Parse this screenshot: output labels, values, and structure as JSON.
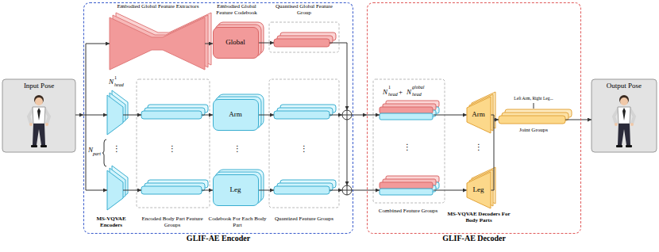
{
  "diagram": {
    "nodes": [
      {
        "text": [
          "Input Pose"
        ]
      },
      {
        "text": [
          "GLIF-AE Encoder"
        ]
      },
      {
        "text": [
          "Global"
        ],
        "in": 1
      },
      {
        "text": [
          "Arm"
        ],
        "in": 1
      },
      {
        "text": [
          "Leg"
        ],
        "in": 1
      },
      {
        "text": [
          "GLIF-AE Decoder"
        ]
      },
      {
        "text": [
          "Arm"
        ],
        "in": 5
      },
      {
        "text": [
          "Leg"
        ],
        "in": 5
      },
      {
        "text": [
          "Output Pose"
        ]
      }
    ],
    "edges": [
      {
        "from": 0,
        "to": 1,
        "arrow": "to"
      },
      {
        "from": 1,
        "to": 5,
        "arrow": "to"
      },
      {
        "from": 5,
        "to": 8,
        "arrow": "to"
      }
    ],
    "labels": [
      "Embodied Global Feature Extractors",
      "Embodied Global Feature Codebook",
      "Quantised Global Feature Group",
      "N",
      "1",
      "head",
      "N",
      "part",
      "⋮",
      "⋮",
      "⋮",
      "⋮",
      "MS-VQVAE Encoders",
      "Encoded Body Part Feature Groups",
      "Codebook For Each Body Part",
      "Quantized Feature Groups",
      "N",
      "1",
      "head",
      "+",
      "N",
      "global",
      "head",
      "⋮",
      "Combined Feature Groups",
      "⋮",
      "MS-VQVAE Decoders For Body Parts",
      "Left Arm, Right Leg...",
      "Joint Groups"
    ]
  }
}
